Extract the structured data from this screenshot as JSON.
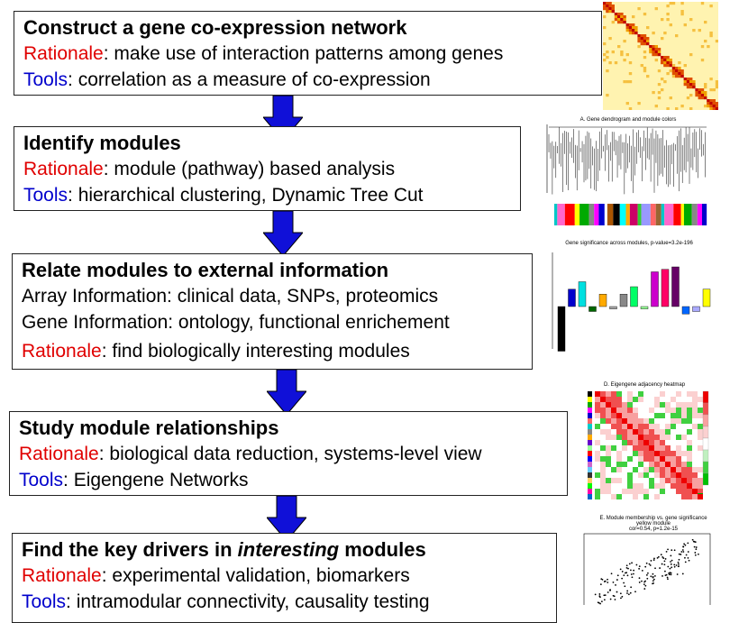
{
  "steps": [
    {
      "title": "Construct a gene co-expression network",
      "rationale_label": "Rationale",
      "rationale_text": ": make use of interaction patterns among genes",
      "tools_label": "Tools",
      "tools_text": ": correlation as a measure of co-expression"
    },
    {
      "title": "Identify modules",
      "rationale_label": "Rationale",
      "rationale_text": ": module (pathway) based analysis",
      "tools_label": "Tools",
      "tools_text": ": hierarchical clustering, Dynamic Tree Cut"
    },
    {
      "title": "Relate modules to external information",
      "line1": "Array Information: clinical data, SNPs, proteomics",
      "line2": "Gene Information: ontology, functional enrichement",
      "rationale_label": "Rationale",
      "rationale_text": ": find biologically interesting modules"
    },
    {
      "title": "Study module relationships",
      "rationale_label": "Rationale",
      "rationale_text": ": biological data reduction, systems-level view",
      "tools_label": "Tools",
      "tools_text": ": Eigengene Networks"
    },
    {
      "title_prefix": "Find the key drivers in ",
      "title_italic": "interesting",
      "title_suffix": " modules",
      "rationale_label": "Rationale",
      "rationale_text": ": experimental validation, biomarkers",
      "tools_label": "Tools",
      "tools_text": ": intramodular connectivity, causality testing"
    }
  ],
  "thumbnails": {
    "dendrogram_title": "A. Gene dendrogram and module colors",
    "significance_title": "Gene significance across modules, p-value=3.2e-196",
    "heatmap_title": "D. Eigengene adjacency heatmap",
    "scatter_title": "E. Module membership vs. gene significance",
    "scatter_subtitle": "yellow module",
    "scatter_stat": "cor=0.54, p=1.2e-15"
  },
  "colors": {
    "arrow": "#1010d8",
    "rationale": "#e00000",
    "tools": "#0000cc"
  }
}
